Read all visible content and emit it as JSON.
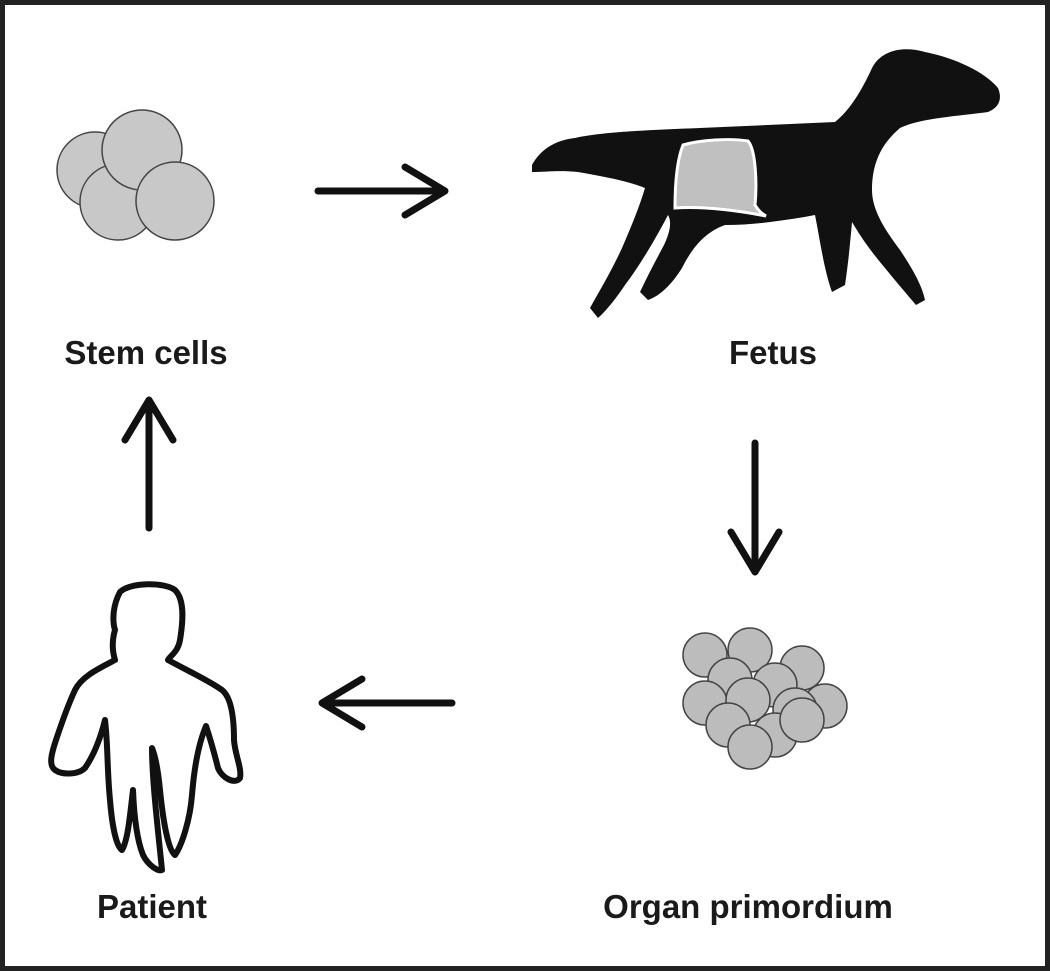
{
  "nodes": {
    "stem_cells": {
      "label": "Stem cells",
      "icon": "stem-cells-icon"
    },
    "fetus": {
      "label": "Fetus",
      "icon": "animal-fetus-icon"
    },
    "organ_primordium": {
      "label": "Organ primordium",
      "icon": "cell-cluster-icon"
    },
    "patient": {
      "label": "Patient",
      "icon": "human-outline-icon"
    }
  },
  "edges": [
    {
      "from": "Stem cells",
      "to": "Fetus"
    },
    {
      "from": "Fetus",
      "to": "Organ primordium"
    },
    {
      "from": "Organ primordium",
      "to": "Patient"
    },
    {
      "from": "Patient",
      "to": "Stem cells"
    }
  ],
  "colors": {
    "border": "#222222",
    "cell_fill": "#c8c8c8",
    "cell_stroke": "#444444",
    "animal": "#111111",
    "arrow": "#111111",
    "organ_patch": "#c0c0c0"
  }
}
